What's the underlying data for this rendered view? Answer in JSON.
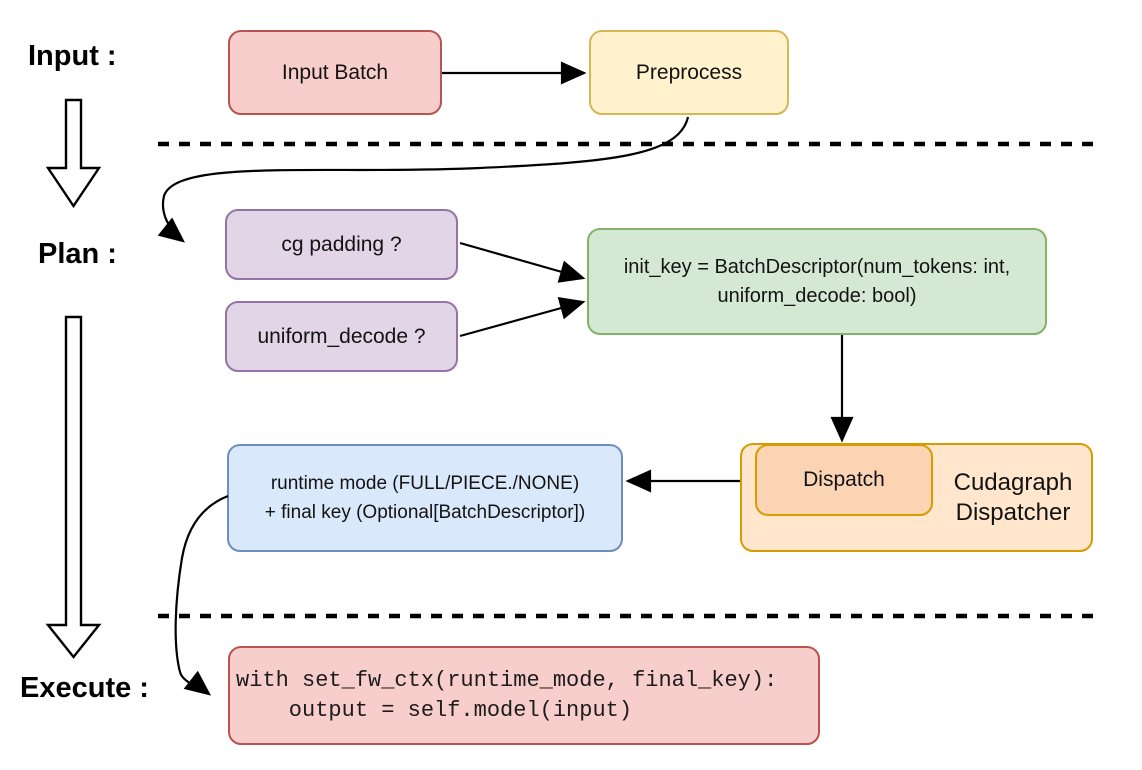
{
  "stages": {
    "input": "Input :",
    "plan": "Plan :",
    "execute": "Execute :"
  },
  "nodes": {
    "input_batch": {
      "label": "Input Batch",
      "fill": "#F8CECC",
      "stroke": "#B85450"
    },
    "preprocess": {
      "label": "Preprocess",
      "fill": "#FFF2CC",
      "stroke": "#D6B656"
    },
    "cg_padding": {
      "label": "cg padding ?",
      "fill": "#E1D5E7",
      "stroke": "#9673A6"
    },
    "uniform_decode": {
      "label": "uniform_decode ?",
      "fill": "#E1D5E7",
      "stroke": "#9673A6"
    },
    "init_key": {
      "line1": "init_key = BatchDescriptor(num_tokens: int,",
      "line2": "uniform_decode: bool)",
      "fill": "#D5E8D4",
      "stroke": "#82B366"
    },
    "dispatch": {
      "label": "Dispatch",
      "fill": "#FBD4B4",
      "stroke": "#D79B00"
    },
    "cudagraph_dispatcher": {
      "line1": "Cudagraph",
      "line2": "Dispatcher",
      "fill": "#FFE6CC",
      "stroke": "#D79B00"
    },
    "runtime_result": {
      "line1": "runtime mode (FULL/PIECE./NONE)",
      "line2": "+ final key (Optional[BatchDescriptor])",
      "fill": "#DAE8FC",
      "stroke": "#6C8EBF"
    },
    "execute_code": {
      "code": "with set_fw_ctx(runtime_mode, final_key):\n    output = self.model(input)",
      "fill": "#F8CECC",
      "stroke": "#B85450"
    }
  },
  "colors": {
    "connector": "#000000",
    "background": "#FFFFFF"
  }
}
